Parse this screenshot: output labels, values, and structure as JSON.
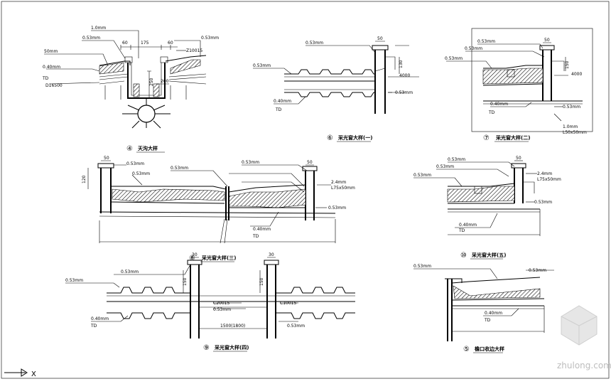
{
  "drawing": {
    "axis_label": "X",
    "watermark": "zhulong.com"
  },
  "detail4": {
    "number": "④",
    "title": "天沟大样",
    "labels": {
      "top_sheet": "1.0mm",
      "sheet_a": "0.53mm",
      "sheet_b": "0.53mm",
      "insul": "50mm",
      "liner": "0.40mm",
      "td": "TD",
      "purlin": "Z10015",
      "purlin_b": "D16500",
      "d60a": "60",
      "d175": "175",
      "d60b": "60",
      "d250": "250",
      "d200": "200"
    }
  },
  "detail6": {
    "number": "⑥",
    "title": "采光窗大样(一)",
    "labels": {
      "top": "0.53mm",
      "d50": "50",
      "left_sheet": "0.53mm",
      "d130": "130",
      "purlin": "4000",
      "bottom_sheet": "0.53mm",
      "liner": "0.40mm",
      "td": "TD"
    }
  },
  "detail7": {
    "number": "⑦",
    "title": "采光窗大样(二)",
    "labels": {
      "top1": "0.53mm",
      "top2": "0.53mm",
      "d50": "50",
      "left_sheet": "0.53mm",
      "d150": "150",
      "purlin": "4000",
      "right_sheet": "0.53mm",
      "liner": "0.40mm",
      "td": "TD",
      "angle": "1.0mm",
      "angle2": "L50x50mm"
    }
  },
  "detail8": {
    "number": "⑧",
    "title": "采光窗大样(三)",
    "labels": {
      "d50": "50",
      "d120": "120",
      "sheet1": "0.53mm",
      "sheet2": "0.53mm",
      "sheet3": "0.53mm",
      "sheet4": "0.53mm",
      "d50b": "50",
      "steel1": "2.4mm",
      "steel2": "L75x50mm",
      "bottom": "0.53mm",
      "liner": "0.40mm",
      "td": "TD"
    }
  },
  "detail10": {
    "number": "⑩",
    "title": "采光窗大样(五)",
    "labels": {
      "top1": "0.53mm",
      "top2": "0.53mm",
      "d50": "50",
      "left_sheet": "0.53mm",
      "steel1": "2.4mm",
      "steel2": "L75x50mm",
      "right_sheet": "0.53mm",
      "liner": "0.40mm",
      "td": "TD"
    }
  },
  "detail9": {
    "number": "⑨",
    "title": "采光窗大样(四)",
    "labels": {
      "top": "0.53mm",
      "d30a": "30",
      "d30b": "30",
      "d150a": "150",
      "d150b": "150",
      "left_sheet": "0.53mm",
      "purlin1": "C20015",
      "purlin2": "C10015",
      "mid_sheet": "0.53mm",
      "span": "1500(1800)",
      "liner": "0.40mm",
      "td": "TD",
      "right_bottom": "0.53mm"
    }
  },
  "detail5": {
    "number": "⑤",
    "title": "檐口收边大样",
    "labels": {
      "top": "0.53mm",
      "right": "0.53mm",
      "liner": "0.40mm",
      "td": "TD"
    }
  }
}
